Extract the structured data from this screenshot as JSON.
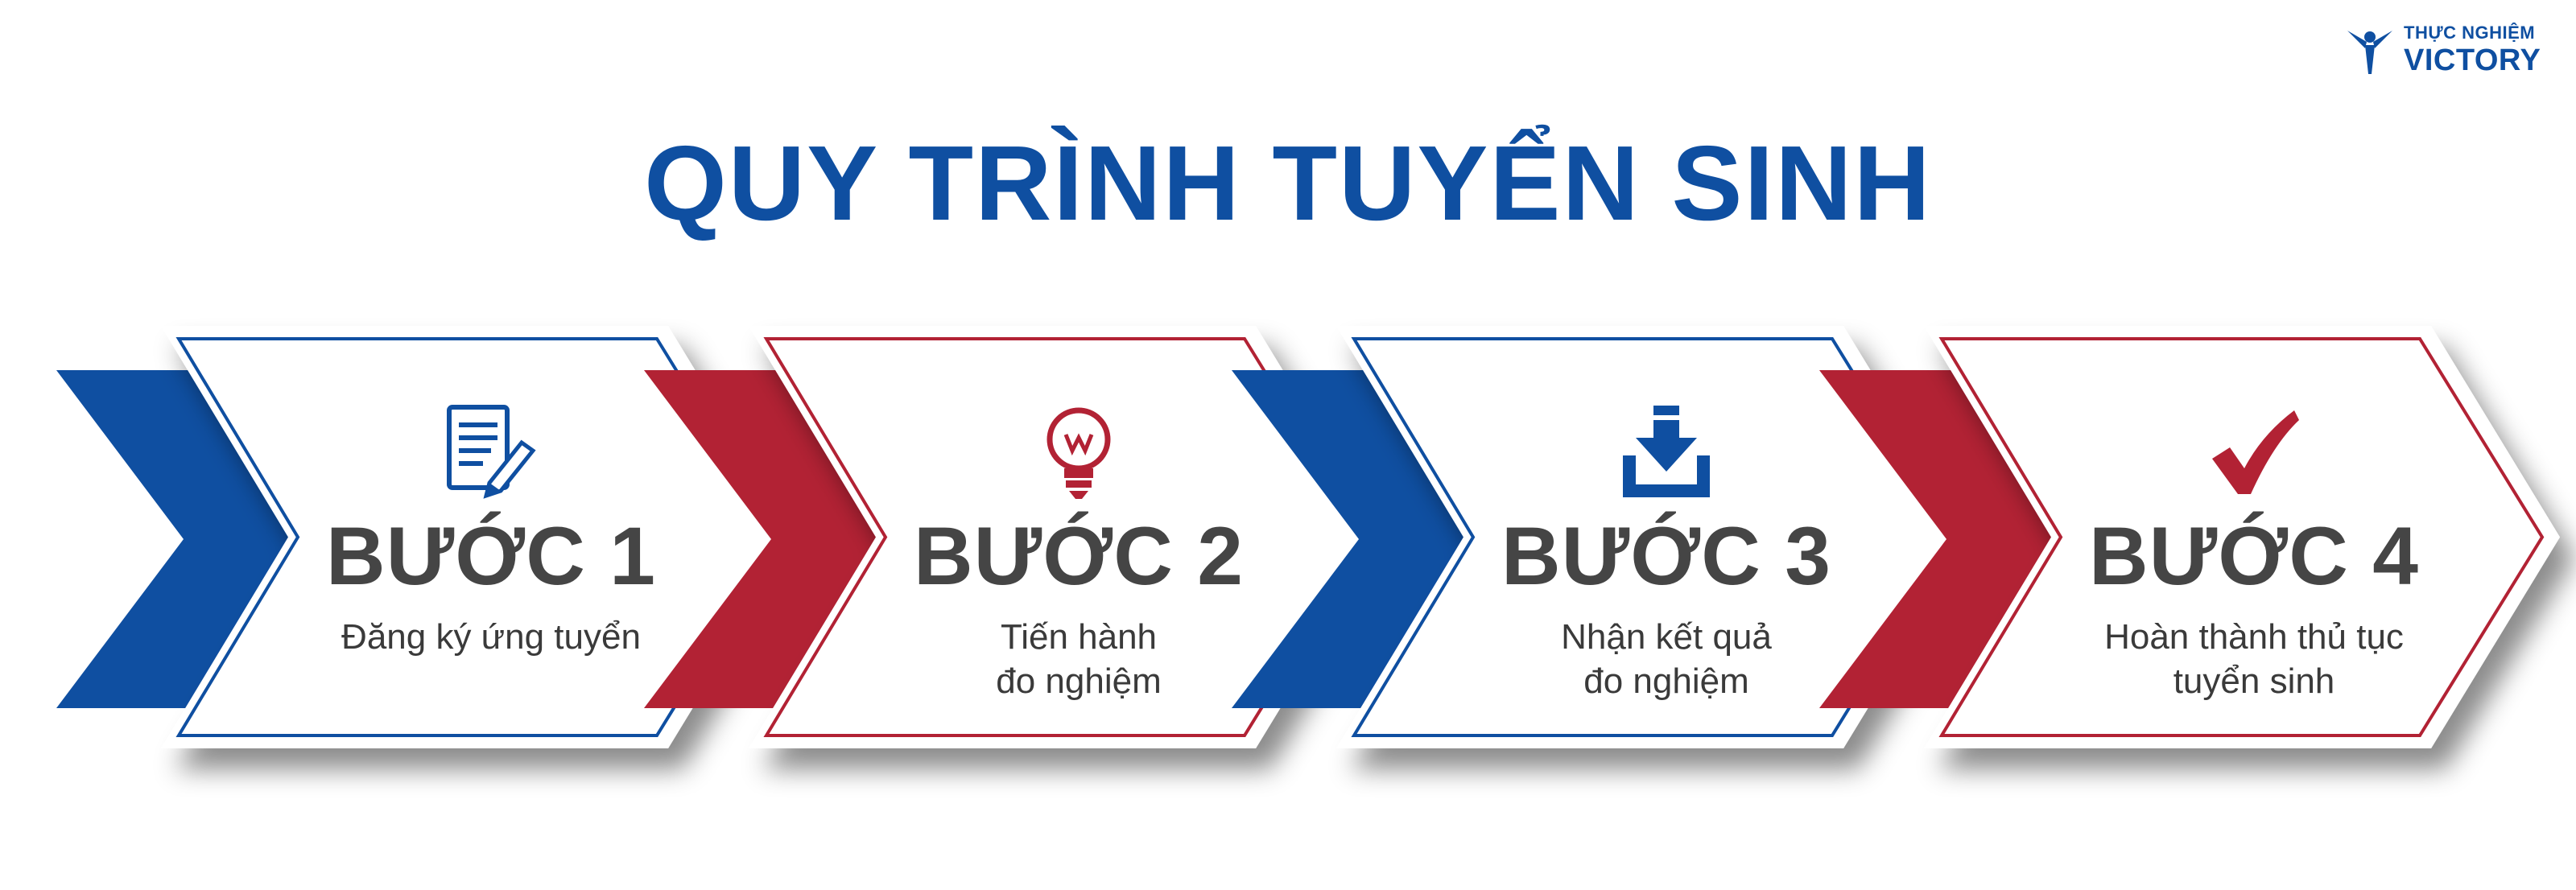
{
  "logo": {
    "line1": "THỰC NGHIỆM",
    "line2": "VICTORY"
  },
  "title": "QUY TRÌNH TUYỂN SINH",
  "colors": {
    "blue": "#0f4fa1",
    "red": "#b22234",
    "text": "#454545"
  },
  "steps": [
    {
      "label": "BƯỚC 1",
      "desc": "Đăng ký ứng tuyển",
      "icon": "document-pen-icon",
      "color": "blue"
    },
    {
      "label": "BƯỚC 2",
      "desc": "Tiến hành\nđo nghiệm",
      "icon": "lightbulb-icon",
      "color": "red"
    },
    {
      "label": "BƯỚC 3",
      "desc": "Nhận kết quả\nđo nghiệm",
      "icon": "download-tray-icon",
      "color": "blue"
    },
    {
      "label": "BƯỚC 4",
      "desc": "Hoàn thành thủ tục\ntuyển sinh",
      "icon": "checkmark-icon",
      "color": "red"
    }
  ]
}
